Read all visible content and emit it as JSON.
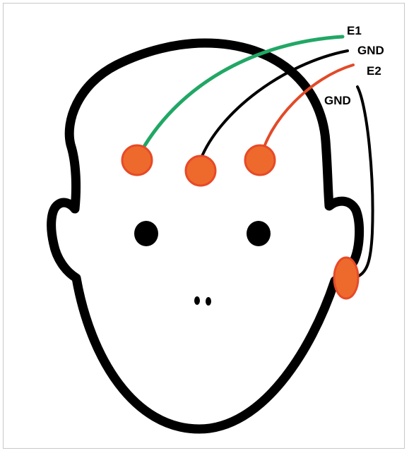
{
  "labels": {
    "e1": "E1",
    "gnd_top": "GND",
    "e2": "E2",
    "gnd_side": "GND"
  },
  "colors": {
    "e1_wire": "#21a765",
    "e2_wire": "#e24a28",
    "gnd_wire": "#000000",
    "electrode_fill": "#ee6a2c",
    "electrode_rim": "#e74a28",
    "outline": "#000000"
  }
}
